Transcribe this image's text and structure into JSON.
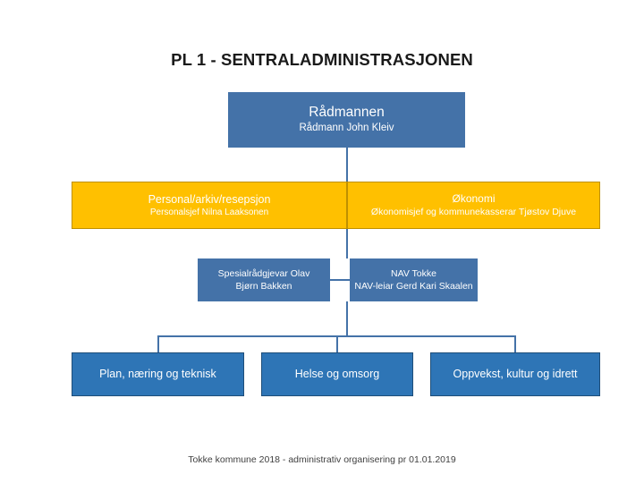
{
  "slide": {
    "title": "PL 1 - SENTRALADMINISTRASJONEN",
    "footer": "Tokke kommune 2018 - administrativ organisering pr 01.01.2019"
  },
  "nodes": {
    "radmannen": {
      "line1": "Rådmannen",
      "line2": "Rådmann John Kleiv",
      "color": "#4472A8"
    },
    "personal": {
      "line1": "Personal/arkiv/resepsjon",
      "line2": "Personalsjef Nilna Laaksonen",
      "color": "#FFC000"
    },
    "okonomi": {
      "line1": "Økonomi",
      "line2": "Økonomisjef  og kommunekasserar Tjøstov Djuve",
      "color": "#FFC000"
    },
    "spesialradgjevar": {
      "line1": "Spesialrådgjevar  Olav",
      "line2": "Bjørn Bakken",
      "color": "#4472A8"
    },
    "nav": {
      "line1": "NAV Tokke",
      "line2": "NAV-leiar Gerd Kari Skaalen",
      "color": "#4472A8"
    },
    "plan": {
      "line1": "Plan, næring og teknisk",
      "color": "#2E75B6"
    },
    "helse": {
      "line1": "Helse og omsorg",
      "color": "#2E75B6"
    },
    "oppvekst": {
      "line1": "Oppvekst, kultur og idrett",
      "color": "#2E75B6"
    }
  }
}
